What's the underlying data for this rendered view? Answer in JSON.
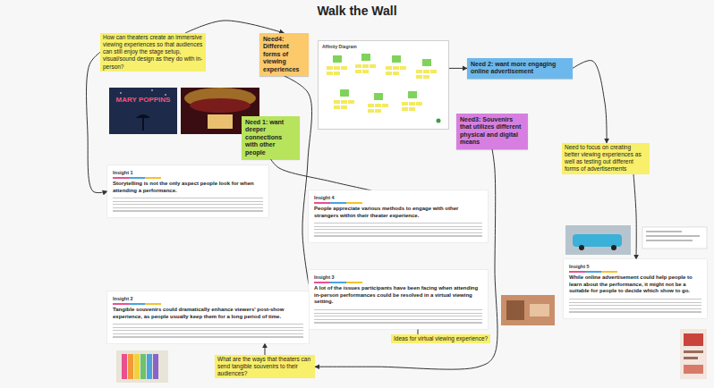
{
  "diagram": {
    "title": "Walk the Wall",
    "nodes": [
      {
        "text": [
          "How can theaters create an immersive viewing experiences so that audiences can still enjoy the stage setup, visual/sound design as they do with in-person?"
        ]
      },
      {
        "text": [
          "Need4: Different forms of viewing experiences"
        ]
      },
      {
        "text": [
          "Affinity Diagram"
        ]
      },
      {
        "text": [
          "Need 2: want more engaging online advertisement"
        ]
      },
      {
        "text": [
          "Need 1: want deeper connections with other people"
        ]
      },
      {
        "text": [
          "Need3: Souvenirs that utilizes different physical and digital means"
        ]
      },
      {
        "text": [
          "Need to focus on creating better viewing experiences as well as testing out different forms of advertisements"
        ]
      },
      {
        "text": [
          "Insight 1",
          "Storytelling is not the only aspect people look for when attending a performance."
        ]
      },
      {
        "text": [
          "Insight 4",
          "People appreciate various methods to engage with other strangers within their theater experience."
        ]
      },
      {
        "text": [
          "Insight 5",
          "While online advertisement could help people to learn about the performance, it might not be a suitable for people to decide which show to go."
        ]
      },
      {
        "text": [
          "Insight 3",
          "A lot of the issues participants have been facing when attending in-person performances could be resolved in a virtual viewing setting."
        ]
      },
      {
        "text": [
          "Insight 2",
          "Tangible souvenirs could dramatically enhance viewers' post-show experience, as people usually keep them for a long period of time."
        ]
      },
      {
        "text": [
          "Ideas for virtual viewing experience?"
        ]
      },
      {
        "text": [
          "What are the ways that theaters can send tangible souvenirs to their audiences?"
        ]
      }
    ],
    "edges": [
      {
        "from": 0,
        "to": 1,
        "arrow": "to"
      },
      {
        "from": 0,
        "to": 7,
        "arrow": "to"
      },
      {
        "from": 1,
        "to": 10,
        "arrow": "none"
      },
      {
        "from": 2,
        "to": 3,
        "arrow": "to"
      },
      {
        "from": 3,
        "to": 6,
        "arrow": "to"
      },
      {
        "from": 6,
        "to": 9,
        "arrow": "to"
      },
      {
        "from": 4,
        "to": 8,
        "arrow": "none"
      },
      {
        "from": 5,
        "to": 13,
        "arrow": "to"
      },
      {
        "from": 13,
        "to": 11,
        "arrow": "to"
      },
      {
        "from": 10,
        "to": 12,
        "arrow": "none"
      }
    ],
    "labels": [
      "MARY POPPINS"
    ]
  }
}
